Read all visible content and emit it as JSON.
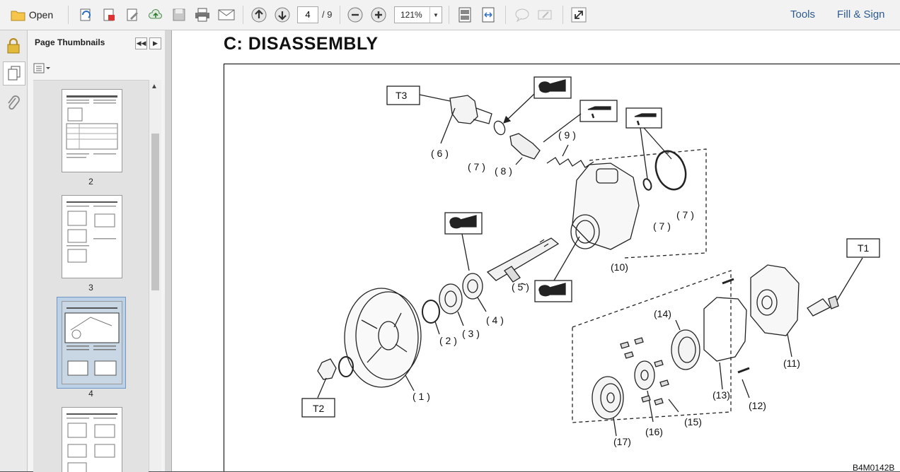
{
  "toolbar": {
    "open_label": "Open",
    "page_current": "4",
    "page_total": "/ 9",
    "zoom": "121%",
    "tools": "Tools",
    "fill_sign": "Fill & Sign"
  },
  "panel": {
    "title": "Page Thumbnails",
    "thumbnails": [
      {
        "label": "2"
      },
      {
        "label": "3"
      },
      {
        "label": "4"
      },
      {
        "label": ""
      }
    ]
  },
  "document": {
    "heading": "C:  DISASSEMBLY",
    "figure_code": "B4M0142B",
    "tool_labels": [
      "T1",
      "T2",
      "T3"
    ],
    "parts": [
      "( 1 )",
      "( 2 )",
      "( 3 )",
      "( 4 )",
      "( 5 )",
      "( 6 )",
      "( 7 )",
      "( 8 )",
      "( 9 )",
      "(10)",
      "(11)",
      "(12)",
      "(13)",
      "(14)",
      "(15)",
      "(16)",
      "(17)",
      "( 7 )",
      "( 7 )"
    ]
  },
  "colors": {
    "accent": "#2c5b8f",
    "selected_thumb": "#bcd0e6"
  }
}
